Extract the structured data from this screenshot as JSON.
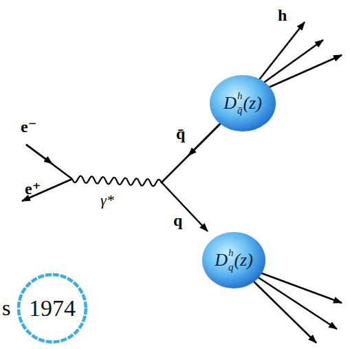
{
  "diagram": {
    "nodes": [
      {
        "text": [
          "D",
          "h",
          "q̄",
          "(z)"
        ]
      },
      {
        "text": [
          "D",
          "h",
          "q",
          "(z)"
        ]
      },
      {
        "text": [
          "1974"
        ]
      }
    ],
    "labels": [
      "h",
      "q̄",
      "e⁻",
      "e⁺",
      "γ*",
      "q",
      "s"
    ]
  }
}
